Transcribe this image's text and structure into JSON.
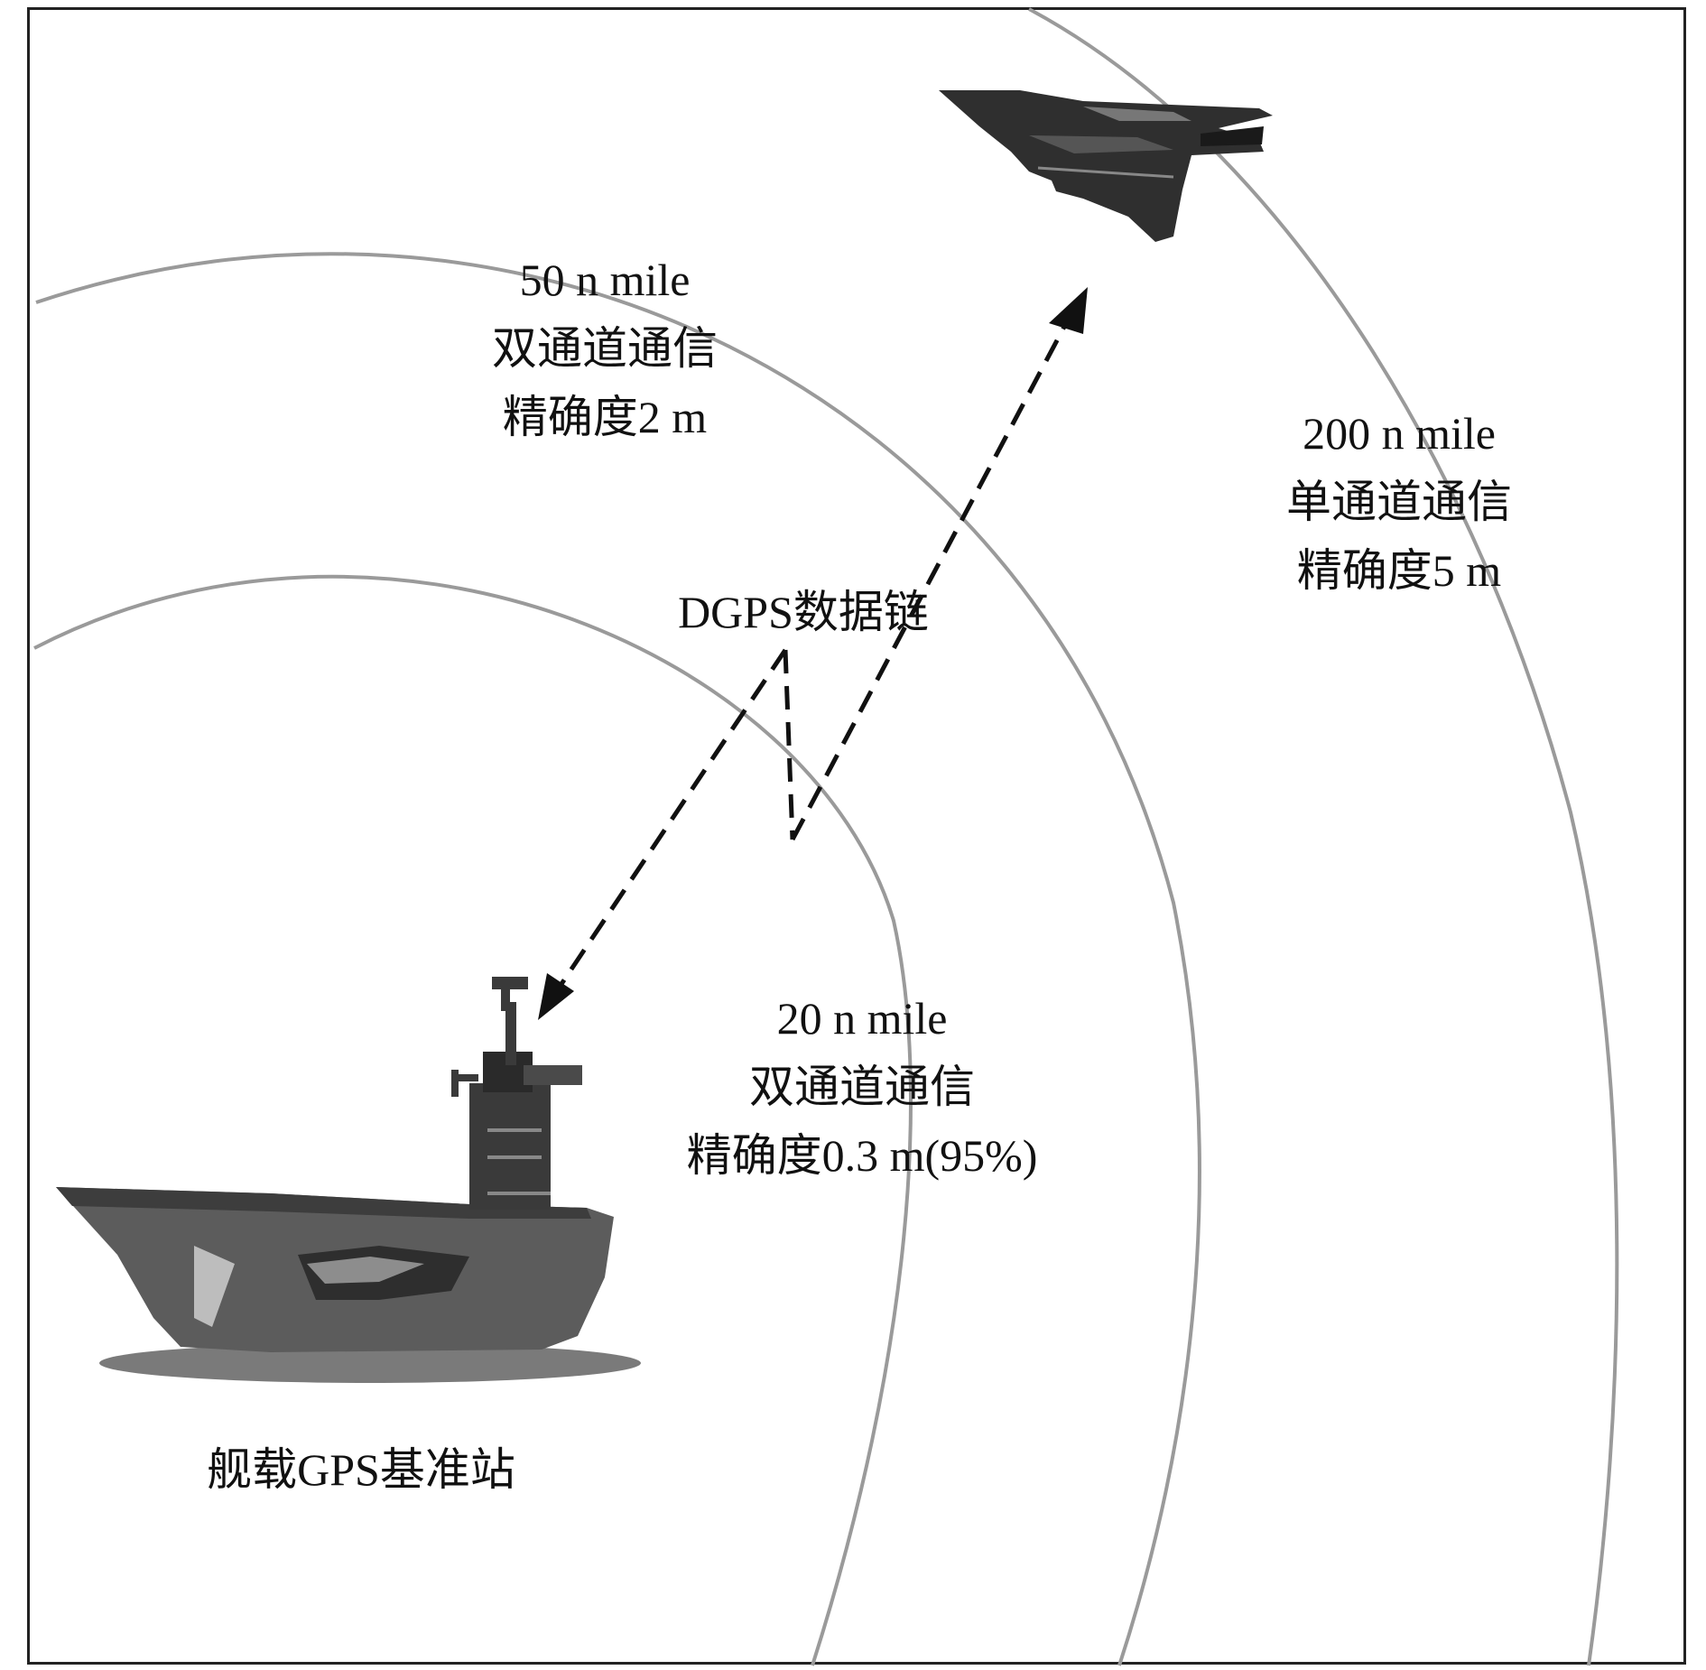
{
  "rings": [
    {
      "radius_label": "20 n mile",
      "mode": "双通道通信",
      "accuracy": "精确度0.3 m(95%)"
    },
    {
      "radius_label": "50 n mile",
      "mode": "双通道通信",
      "accuracy": "精确度2 m"
    },
    {
      "radius_label": "200 n mile",
      "mode": "单通道通信",
      "accuracy": "精确度5 m"
    }
  ],
  "datalink_label": "DGPS数据链",
  "ship_label": "舰载GPS基准站",
  "colors": {
    "ring": "#9a9a9a",
    "link": "#111111",
    "ship": "#5c5c5c",
    "aircraft": "#333333"
  },
  "icons": [
    "aircraft-carrier-icon",
    "fighter-jet-icon"
  ]
}
